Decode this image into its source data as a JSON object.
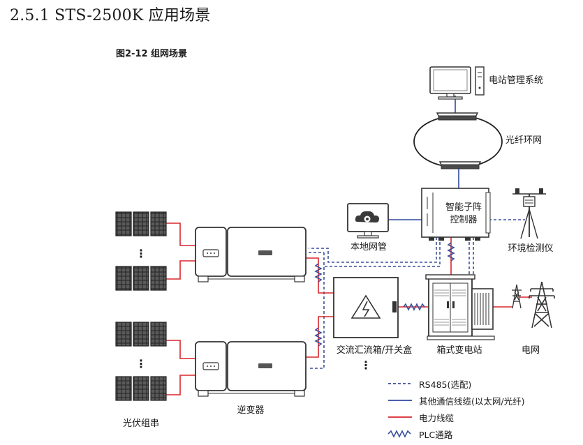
{
  "page": {
    "heading": "2.5.1 STS-2500K 应用场景",
    "figure_caption": "图2-12  组网场景"
  },
  "labels": {
    "station_mgmt": "电站管理系统",
    "fiber_ring": "光纤环网",
    "smart_controller_line1": "智能子阵",
    "smart_controller_line2": "控制器",
    "local_nms": "本地网管",
    "env_monitor": "环境检测仪",
    "box_substation": "箱式变电站",
    "grid": "电网",
    "combiner": "交流汇流箱/开关盒",
    "inverter": "逆变器",
    "pv_string": "光伏组串",
    "ellipsis": "⋮"
  },
  "legend": [
    {
      "text": "RS485(选配)",
      "style": "dashed",
      "color": "#3a4f9a"
    },
    {
      "text": "其他通信线缆(以太网/光纤)",
      "style": "solid",
      "color": "#2e4a9e"
    },
    {
      "text": "电力线缆",
      "style": "solid",
      "color": "#d9262c"
    },
    {
      "text": "PLC通路",
      "style": "zigzag",
      "color": "#3a4f9a"
    }
  ],
  "colors": {
    "comm": "#2e4a9e",
    "power": "#d9262c",
    "rs485": "#3a4f9a",
    "device_stroke": "#333333"
  }
}
